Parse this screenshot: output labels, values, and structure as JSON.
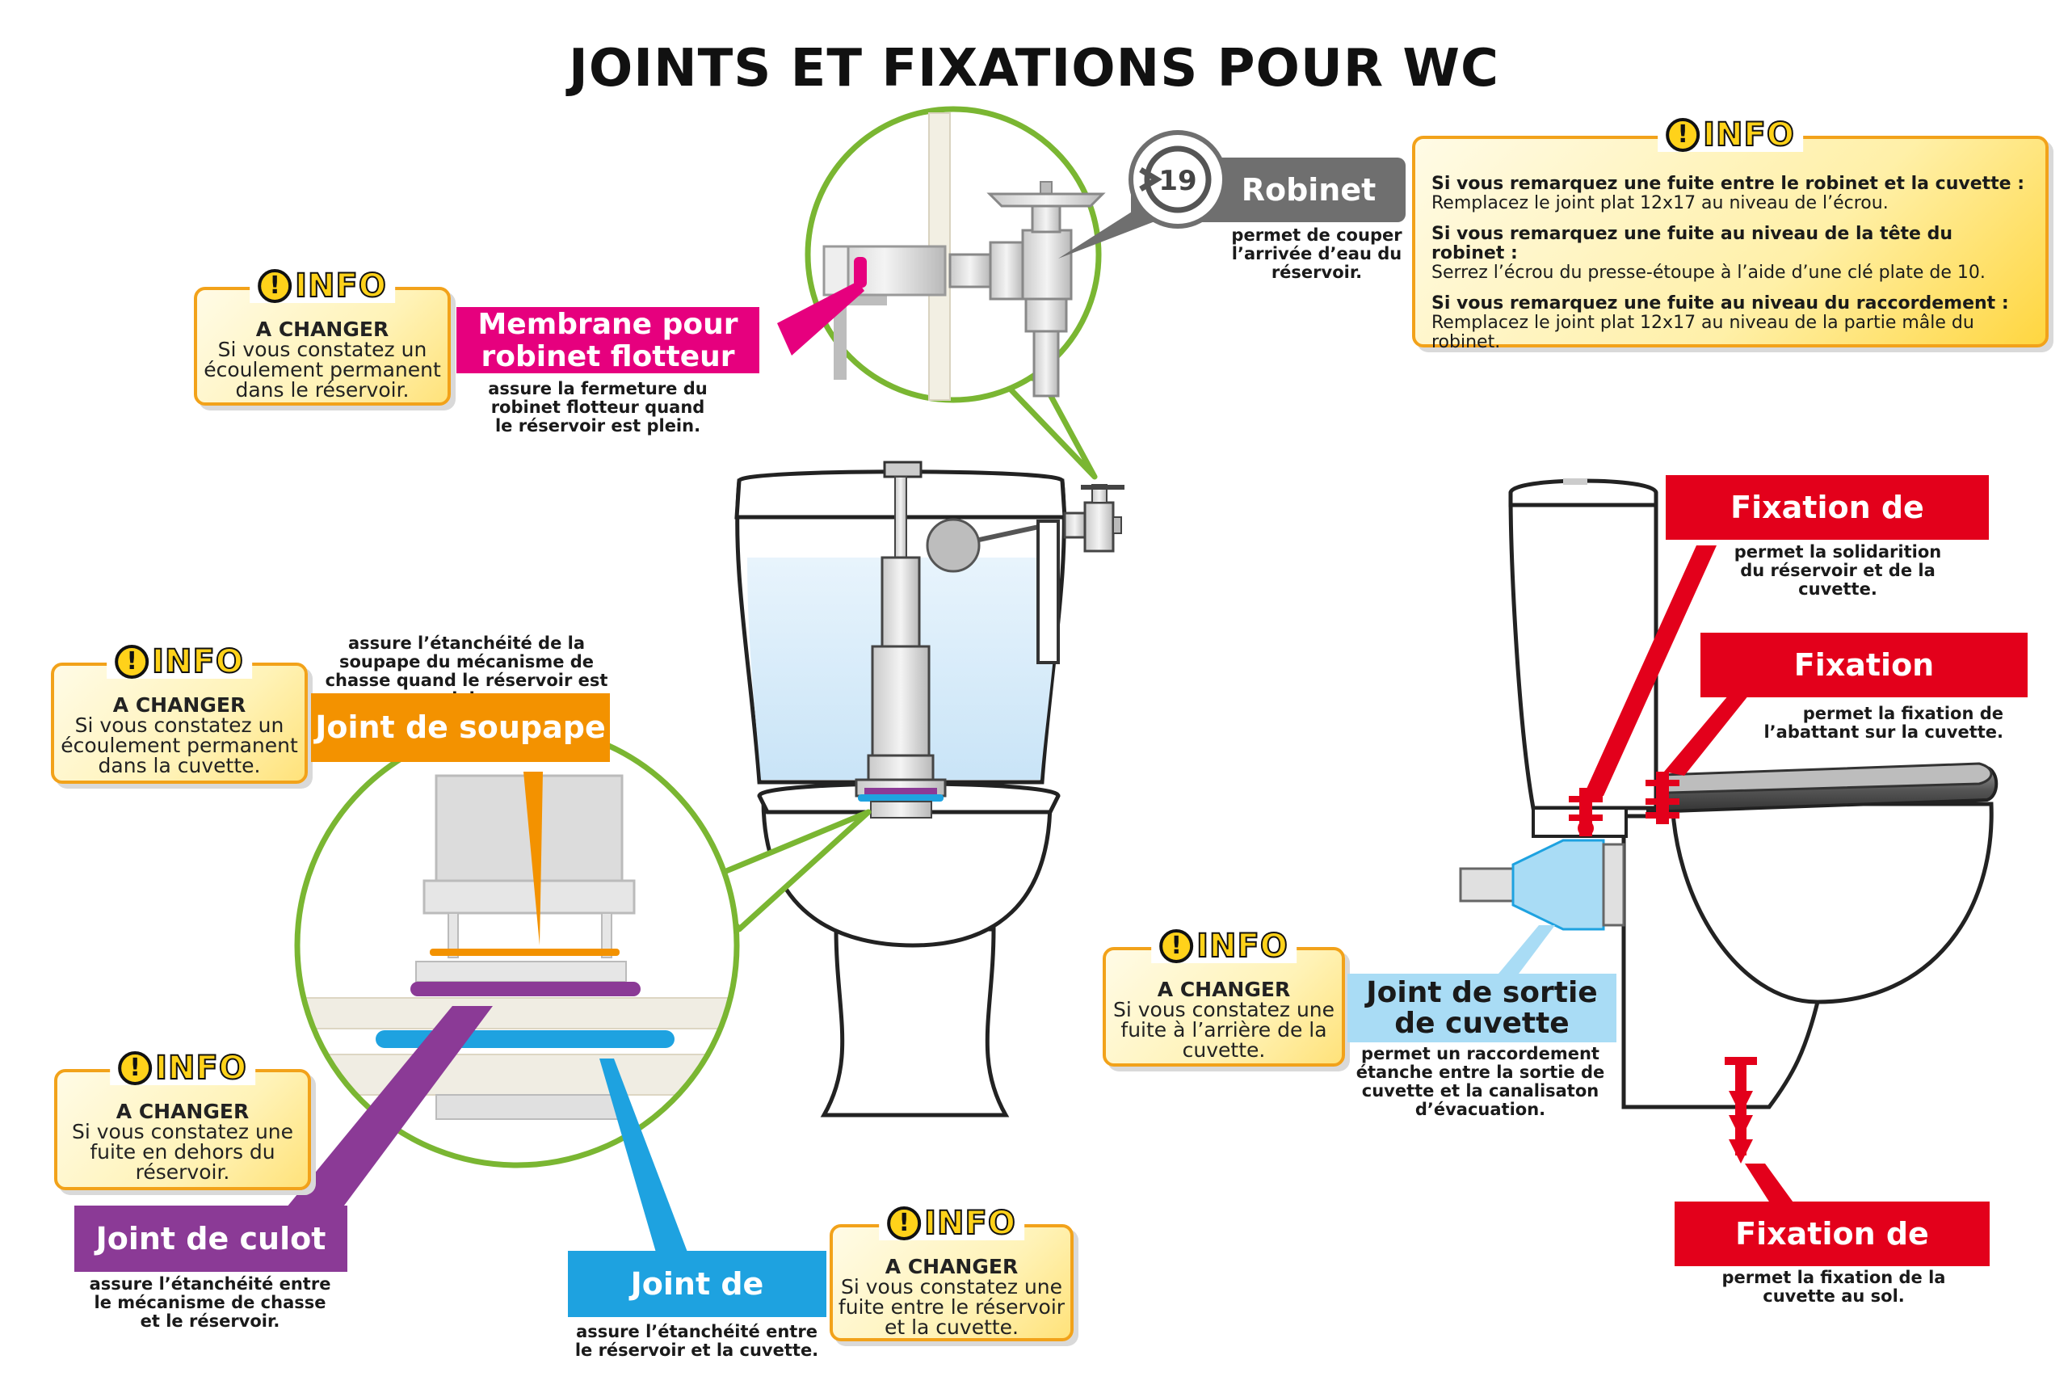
{
  "title": "JOINTS ET FIXATIONS POUR WC",
  "colors": {
    "green": "#7ab632",
    "magenta": "#e6007e",
    "orange": "#f39200",
    "purple": "#8b3a96",
    "blue": "#1ea2e0",
    "light_blue": "#a9dcf5",
    "red": "#e3001b",
    "dark_gray": "#6f6f6f",
    "info_border": "#f2a21a",
    "water": "#dbeefb"
  },
  "info_word": "INFO",
  "robinet": {
    "label": "Robinet",
    "wrench_size": "19",
    "description": "permet de couper l’arrivée d’eau du réservoir.",
    "info": [
      {
        "heading": "Si vous remarquez une fuite entre le robinet et la cuvette :",
        "text": "Remplacez le joint plat 12x17 au niveau de l’écrou."
      },
      {
        "heading": "Si vous remarquez une fuite au niveau de la tête du robinet :",
        "text": "Serrez l’écrou du presse-étoupe à l’aide d’une clé plate de 10."
      },
      {
        "heading": "Si vous remarquez une fuite au niveau du raccordement :",
        "text": "Remplacez le joint plat 12x17 au niveau de la partie mâle du robinet."
      }
    ]
  },
  "membrane": {
    "label": "Membrane pour robinet flotteur",
    "description": "assure la fermeture du robinet flotteur quand le réservoir est plein.",
    "info_head": "A CHANGER",
    "info_text": "Si vous constatez un écoulement permanent dans le réservoir."
  },
  "soupape": {
    "label": "Joint de soupape",
    "description": "assure l’étanchéité de la soupape du mécanisme de chasse quand le réservoir est plein.",
    "info_head": "A CHANGER",
    "info_text": "Si vous constatez un écoulement permanent dans la cuvette."
  },
  "culot": {
    "label": "Joint de culot",
    "description": "assure l’étanchéité entre le mécanisme de chasse et le réservoir.",
    "info_head": "A CHANGER",
    "info_text": "Si vous constatez une fuite en dehors du réservoir."
  },
  "cuvette_joint": {
    "label": "Joint de cuvette",
    "description": "assure l’étanchéité entre le réservoir et la cuvette.",
    "info_head": "A CHANGER",
    "info_text": "Si vous constatez une fuite entre le réservoir et la cuvette."
  },
  "sortie": {
    "label": "Joint de sortie de cuvette",
    "description": "permet un raccordement étanche entre la sortie de cuvette et la canalisaton d’évacuation.",
    "info_head": "A CHANGER",
    "info_text": "Si vous constatez une fuite à l’arrière de la cuvette."
  },
  "fix_reservoir": {
    "label": "Fixation de réservoir",
    "description": "permet la solidarition du réservoir et de la cuvette."
  },
  "fix_abattant": {
    "label": "Fixation d’abattant",
    "description": "permet la fixation de l’abattant sur la cuvette."
  },
  "fix_cuvette": {
    "label": "Fixation de cuvette",
    "description": "permet la fixation de la cuvette au sol."
  }
}
